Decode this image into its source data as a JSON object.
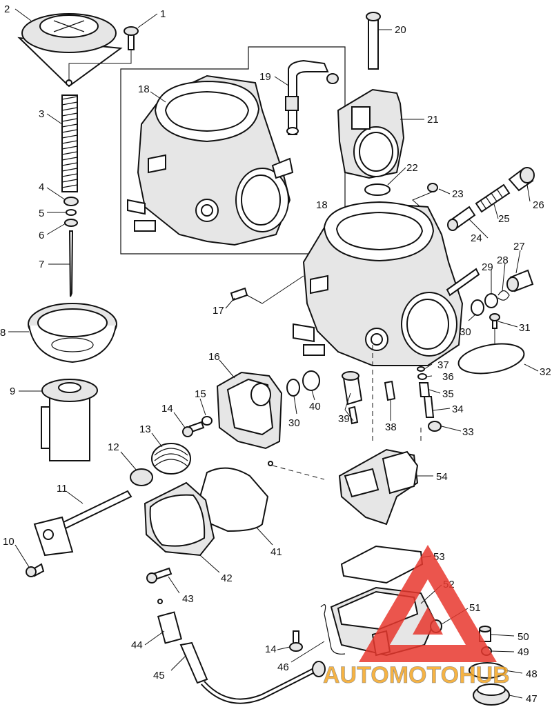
{
  "callouts": [
    {
      "id": "c1",
      "label": "1"
    },
    {
      "id": "c2",
      "label": "2"
    },
    {
      "id": "c3",
      "label": "3"
    },
    {
      "id": "c4",
      "label": "4"
    },
    {
      "id": "c5",
      "label": "5"
    },
    {
      "id": "c6",
      "label": "6"
    },
    {
      "id": "c7",
      "label": "7"
    },
    {
      "id": "c8",
      "label": "8"
    },
    {
      "id": "c9",
      "label": "9"
    },
    {
      "id": "c10",
      "label": "10"
    },
    {
      "id": "c11",
      "label": "11"
    },
    {
      "id": "c12",
      "label": "12"
    },
    {
      "id": "c13",
      "label": "13"
    },
    {
      "id": "c14a",
      "label": "14"
    },
    {
      "id": "c14b",
      "label": "14"
    },
    {
      "id": "c15",
      "label": "15"
    },
    {
      "id": "c16",
      "label": "16"
    },
    {
      "id": "c17",
      "label": "17"
    },
    {
      "id": "c18a",
      "label": "18"
    },
    {
      "id": "c18b",
      "label": "18"
    },
    {
      "id": "c19",
      "label": "19"
    },
    {
      "id": "c20",
      "label": "20"
    },
    {
      "id": "c21",
      "label": "21"
    },
    {
      "id": "c22",
      "label": "22"
    },
    {
      "id": "c23",
      "label": "23"
    },
    {
      "id": "c24",
      "label": "24"
    },
    {
      "id": "c25",
      "label": "25"
    },
    {
      "id": "c26",
      "label": "26"
    },
    {
      "id": "c27",
      "label": "27"
    },
    {
      "id": "c28",
      "label": "28"
    },
    {
      "id": "c29",
      "label": "29"
    },
    {
      "id": "c30a",
      "label": "30"
    },
    {
      "id": "c30b",
      "label": "30"
    },
    {
      "id": "c31",
      "label": "31"
    },
    {
      "id": "c32",
      "label": "32"
    },
    {
      "id": "c33",
      "label": "33"
    },
    {
      "id": "c34",
      "label": "34"
    },
    {
      "id": "c35",
      "label": "35"
    },
    {
      "id": "c36",
      "label": "36"
    },
    {
      "id": "c37",
      "label": "37"
    },
    {
      "id": "c38",
      "label": "38"
    },
    {
      "id": "c39",
      "label": "39"
    },
    {
      "id": "c40",
      "label": "40"
    },
    {
      "id": "c41",
      "label": "41"
    },
    {
      "id": "c42",
      "label": "42"
    },
    {
      "id": "c43",
      "label": "43"
    },
    {
      "id": "c44",
      "label": "44"
    },
    {
      "id": "c45",
      "label": "45"
    },
    {
      "id": "c46",
      "label": "46"
    },
    {
      "id": "c47",
      "label": "47"
    },
    {
      "id": "c48",
      "label": "48"
    },
    {
      "id": "c49",
      "label": "49"
    },
    {
      "id": "c50",
      "label": "50"
    },
    {
      "id": "c51",
      "label": "51"
    },
    {
      "id": "c52",
      "label": "52"
    },
    {
      "id": "c53",
      "label": "53"
    },
    {
      "id": "c54",
      "label": "54"
    }
  ],
  "watermark": {
    "brand": "AUTOMOTOHUB",
    "color_main": "#f5a623",
    "color_triangle": "#e8382e",
    "color_dark": "#7a7a7a"
  }
}
